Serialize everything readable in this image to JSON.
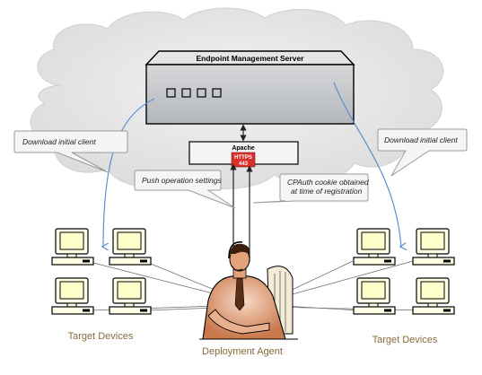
{
  "server": {
    "title": "Endpoint Management Server"
  },
  "apache": {
    "label": "Apache",
    "protocol": "HTTPS",
    "port": "443"
  },
  "callouts": {
    "download_left": "Download initial client",
    "download_right": "Download initial client",
    "push": "Push operation settings",
    "cpauth_line1": "CPAuth cookie obtained",
    "cpauth_line2": "at time of registration"
  },
  "labels": {
    "target_left": "Target Devices",
    "agent": "Deployment Agent",
    "target_right": "Target Devices"
  },
  "colors": {
    "cloud": "#e9e9e9",
    "server_body": "#c8cacc",
    "screen": "#ffffcc",
    "https_badge": "#d9302c",
    "arrow_blue": "#5b8fd1",
    "label": "#8a6a3b"
  }
}
